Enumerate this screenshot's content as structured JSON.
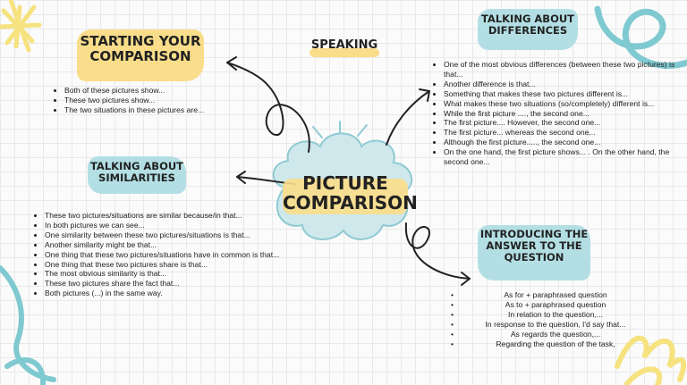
{
  "center": {
    "title_line1": "PICTURE",
    "title_line2": "COMPARISON"
  },
  "speaking": "SPEAKING",
  "starting": {
    "title_line1": "STARTING YOUR",
    "title_line2": "COMPARISON",
    "items": [
      "Both of these pictures show...",
      "These two pictures show...",
      "The two situations in these pictures are..."
    ]
  },
  "similarities": {
    "title_line1": "TALKING ABOUT",
    "title_line2": "SIMILARITIES",
    "items": [
      "These two pictures/situations are similar because/in that...",
      "In both pictures we can see...",
      "One similarity between these two pictures/situations is that...",
      "Another similarity might be that...",
      "One thing that these two pictures/situations have in common is that...",
      "One thing that these two pictures share is that...",
      "The most obvious similarity is that...",
      "These two pictures share the fact that...",
      "Both pictures (...) in the same way."
    ]
  },
  "differences": {
    "title_line1": "TALKING ABOUT",
    "title_line2": "DIFFERENCES",
    "items": [
      "One of the most obvious differences (between these two pictures) is that...",
      "Another difference is that...",
      "Something that makes these two pictures different is...",
      "What makes these two situations (so/completely) different is...",
      "While the first picture ...., the second one...",
      "The first picture.... However, the second one...",
      "The first picture... whereas the second one...",
      "Although the first picture....., the second one...",
      "On the one hand, the first picture shows... . On the other hand, the second one..."
    ]
  },
  "answer": {
    "title_line1": "INTRODUCING THE",
    "title_line2": "ANSWER TO THE",
    "title_line3": "QUESTION",
    "items": [
      "As for + paraphrased question",
      "As to + paraphrased question",
      "In relation to the question,...",
      "In response to the question, I'd say that...",
      "As regards the question,...",
      "Regarding the question of the task,"
    ]
  },
  "colors": {
    "yellow_highlight": "#f9dd8a",
    "teal_highlight": "#b3dfe4",
    "teal_doodle": "#7fc9d1",
    "yellow_doodle": "#f6e27f",
    "ink": "#222222"
  }
}
